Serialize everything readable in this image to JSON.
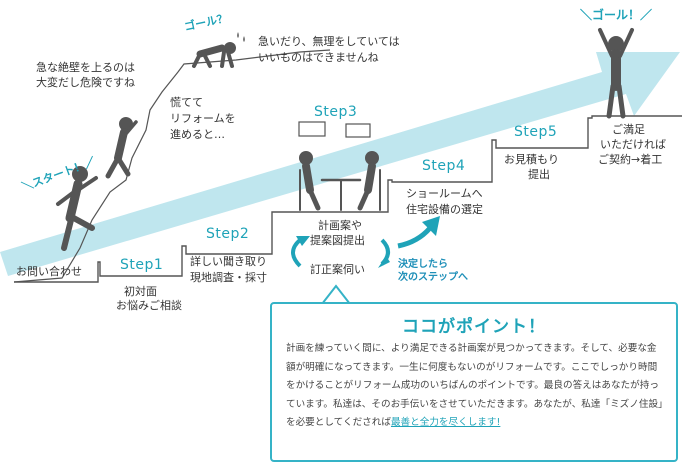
{
  "start_label": "＼スタート！／",
  "goal_label_fail": "ゴール？",
  "goal_label_success": "＼ゴール！／",
  "fail_texts": {
    "cliff": [
      "急な絶壁を上るのは",
      "大変だし危険ですね"
    ],
    "hurry": [
      "慌てて",
      "リフォームを",
      "進めると…"
    ],
    "rush": [
      "急いだり、無理をしていては",
      "いいものはできませんね"
    ]
  },
  "start_step_label": "お問い合わせ",
  "steps": [
    {
      "title": "Step1",
      "lines": [
        "初対面",
        "お悩みご相談"
      ]
    },
    {
      "title": "Step2",
      "lines": [
        "詳しい聞き取り",
        "現地調査・採寸"
      ]
    },
    {
      "title": "Step3",
      "lines": [
        "計画案や",
        "提案図提出",
        "訂正案伺い"
      ]
    },
    {
      "title": "Step4",
      "lines": [
        "ショールームへ",
        "住宅設備の選定"
      ]
    },
    {
      "title": "Step5",
      "lines": [
        "お見積もり",
        "提出"
      ]
    }
  ],
  "final_lines": [
    "ご満足",
    "いただければ",
    "ご契約→着工"
  ],
  "next_step_note": [
    "決定したら",
    "次のステップへ"
  ],
  "point_box": {
    "title": "ココがポイント！",
    "body": "計画を練っていく間に、より満足できる計画案が見つかってきます。そして、必要な金額が明確になってきます。一生に何度もないのがリフォームです。ここでしっかり時間をかけることがリフォーム成功のいちばんのポイントです。最良の答えはあなたが持っています。私達は、そのお手伝いをさせていただきます。あなたが、私達「ミズノ住設」を必要としてくだされば",
    "highlight": "最善と全力を尽くします!"
  },
  "colors": {
    "accent": "#1fa3b8",
    "arrow": "#bfe6ee",
    "figure": "#555555"
  }
}
